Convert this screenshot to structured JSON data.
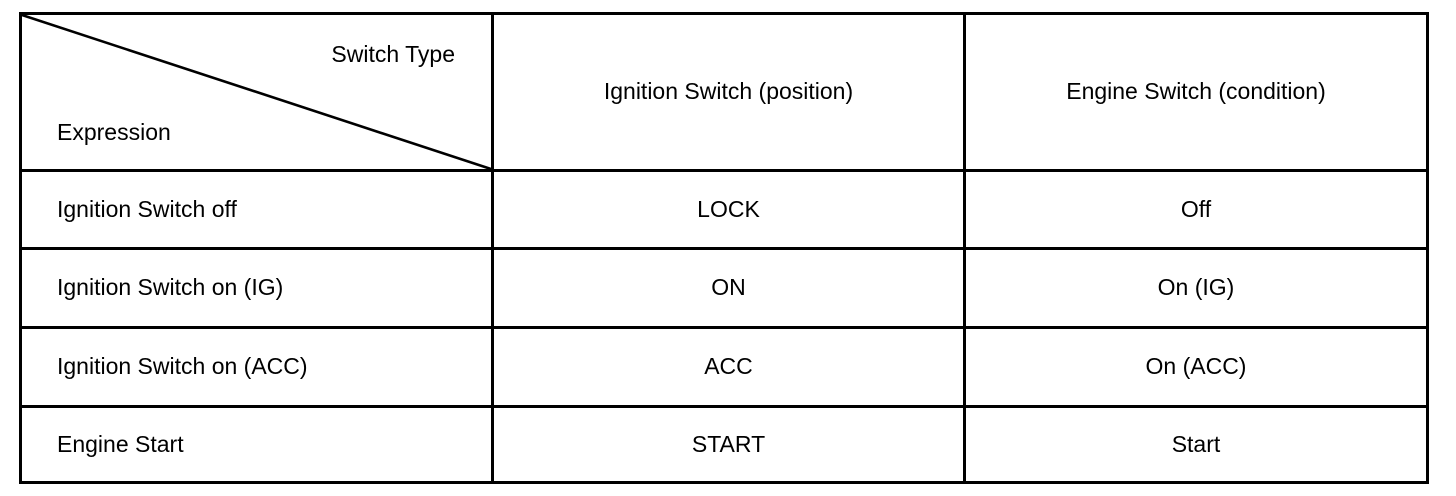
{
  "colors": {
    "border": "#000000",
    "background": "#ffffff",
    "text": "#000000"
  },
  "table": {
    "corner": {
      "top_label": "Switch Type",
      "bottom_label": "Expression"
    },
    "column_headers": {
      "ignition": "Ignition Switch (position)",
      "engine": "Engine Switch (condition)"
    },
    "rows": [
      {
        "expression": "Ignition Switch off",
        "ignition": "LOCK",
        "engine": "Off"
      },
      {
        "expression": "Ignition Switch on (IG)",
        "ignition": "ON",
        "engine": "On (IG)"
      },
      {
        "expression": "Ignition Switch on (ACC)",
        "ignition": "ACC",
        "engine": "On (ACC)"
      },
      {
        "expression": "Engine Start",
        "ignition": "START",
        "engine": "Start"
      }
    ]
  }
}
